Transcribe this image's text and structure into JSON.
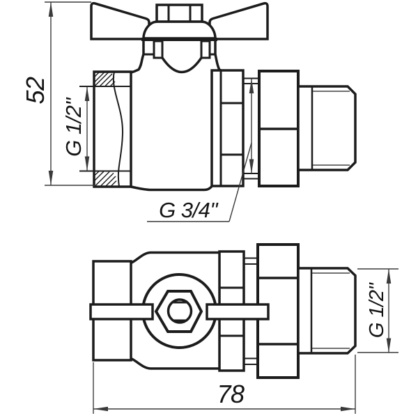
{
  "drawing": {
    "labels": {
      "height": "52",
      "length": "78",
      "inlet_thread": "G 1/2\"",
      "union_thread": "G 3/4\"",
      "outlet_thread": "G 1/2\""
    },
    "colors": {
      "line": "#1c1c1c",
      "dim": "#3a3a3a",
      "text": "#141414",
      "background": "#ffffff"
    }
  }
}
